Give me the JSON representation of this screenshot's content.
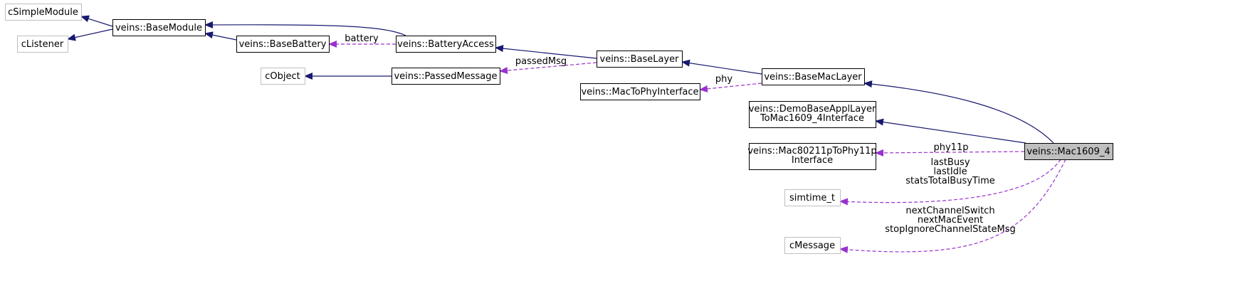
{
  "diagram": {
    "nodes": {
      "cSimpleModule": {
        "label": "cSimpleModule",
        "style": "external"
      },
      "cListener": {
        "label": "cListener",
        "style": "external"
      },
      "BaseModule": {
        "label": "veins::BaseModule",
        "style": "class"
      },
      "BaseBattery": {
        "label": "veins::BaseBattery",
        "style": "class"
      },
      "BatteryAccess": {
        "label": "veins::BatteryAccess",
        "style": "class"
      },
      "cObject": {
        "label": "cObject",
        "style": "external"
      },
      "PassedMessage": {
        "label": "veins::PassedMessage",
        "style": "class"
      },
      "BaseLayer": {
        "label": "veins::BaseLayer",
        "style": "class"
      },
      "MacToPhyInterface": {
        "label": "veins::MacToPhyInterface",
        "style": "class"
      },
      "BaseMacLayer": {
        "label": "veins::BaseMacLayer",
        "style": "class"
      },
      "DemoBaseApplLayer": {
        "label": "veins::DemoBaseApplLayer\nToMac1609_4Interface",
        "style": "class"
      },
      "Mac80211p": {
        "label": "veins::Mac80211pToPhy11p\nInterface",
        "style": "class"
      },
      "Mac1609_4": {
        "label": "veins::Mac1609_4",
        "style": "focus"
      },
      "simtime_t": {
        "label": "simtime_t",
        "style": "external"
      },
      "cMessage": {
        "label": "cMessage",
        "style": "external"
      }
    },
    "edges": [
      {
        "from": "BaseModule",
        "to": "cSimpleModule",
        "kind": "inherit",
        "label": ""
      },
      {
        "from": "BaseModule",
        "to": "cListener",
        "kind": "inherit",
        "label": ""
      },
      {
        "from": "BaseBattery",
        "to": "BaseModule",
        "kind": "inherit",
        "label": ""
      },
      {
        "from": "BatteryAccess",
        "to": "BaseModule",
        "kind": "inherit",
        "label": ""
      },
      {
        "from": "BatteryAccess",
        "to": "BaseBattery",
        "kind": "use",
        "label": "battery"
      },
      {
        "from": "PassedMessage",
        "to": "cObject",
        "kind": "inherit",
        "label": ""
      },
      {
        "from": "BaseLayer",
        "to": "BatteryAccess",
        "kind": "inherit",
        "label": ""
      },
      {
        "from": "BaseLayer",
        "to": "PassedMessage",
        "kind": "use",
        "label": "passedMsg"
      },
      {
        "from": "BaseMacLayer",
        "to": "BaseLayer",
        "kind": "inherit",
        "label": ""
      },
      {
        "from": "BaseMacLayer",
        "to": "MacToPhyInterface",
        "kind": "use",
        "label": "phy"
      },
      {
        "from": "Mac1609_4",
        "to": "BaseMacLayer",
        "kind": "inherit",
        "label": ""
      },
      {
        "from": "Mac1609_4",
        "to": "DemoBaseApplLayer",
        "kind": "inherit",
        "label": ""
      },
      {
        "from": "Mac1609_4",
        "to": "Mac80211p",
        "kind": "use",
        "label": "phy11p"
      },
      {
        "from": "Mac1609_4",
        "to": "simtime_t",
        "kind": "use",
        "label": "lastBusy\nlastIdle\nstatsTotalBusyTime"
      },
      {
        "from": "Mac1609_4",
        "to": "cMessage",
        "kind": "use",
        "label": "nextChannelSwitch\nnextMacEvent\nstopIgnoreChannelStateMsg"
      }
    ]
  },
  "colors": {
    "inherit": "#191970",
    "use": "#9a32cd",
    "external_border": "#bfbfbf",
    "class_border": "#000000",
    "focus_fill": "#bfbfbf"
  }
}
